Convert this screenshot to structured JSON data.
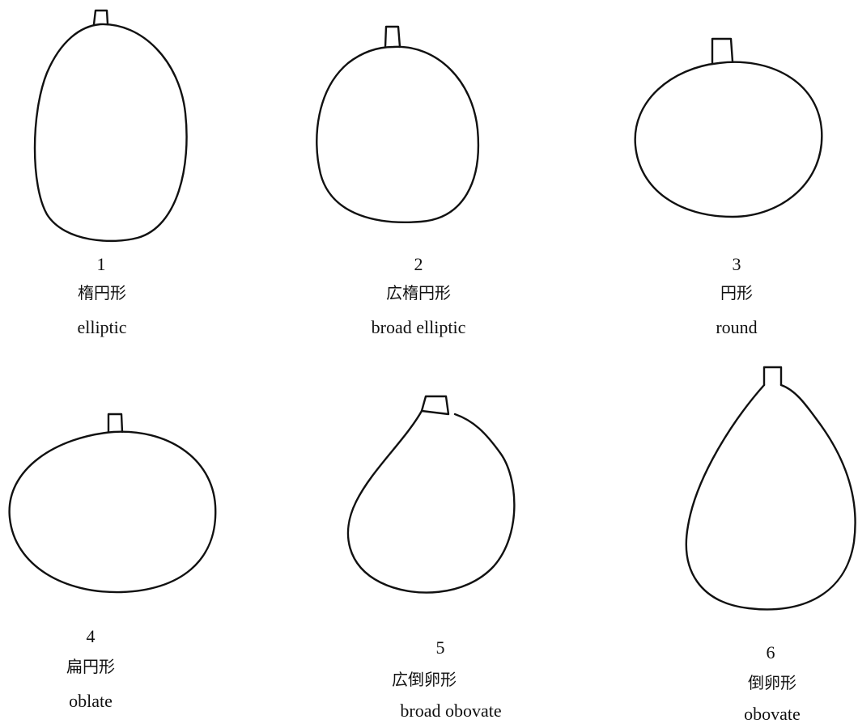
{
  "shapes": [
    {
      "number": "1",
      "label_ja": "楕円形",
      "label_en": "elliptic"
    },
    {
      "number": "2",
      "label_ja": "広楕円形",
      "label_en": "broad elliptic"
    },
    {
      "number": "3",
      "label_ja": "円形",
      "label_en": "round"
    },
    {
      "number": "4",
      "label_ja": "扁円形",
      "label_en": "oblate"
    },
    {
      "number": "5",
      "label_ja": "広倒卵形",
      "label_en": "broad obovate"
    },
    {
      "number": "6",
      "label_ja": "倒卵形",
      "label_en": "obovate"
    }
  ]
}
